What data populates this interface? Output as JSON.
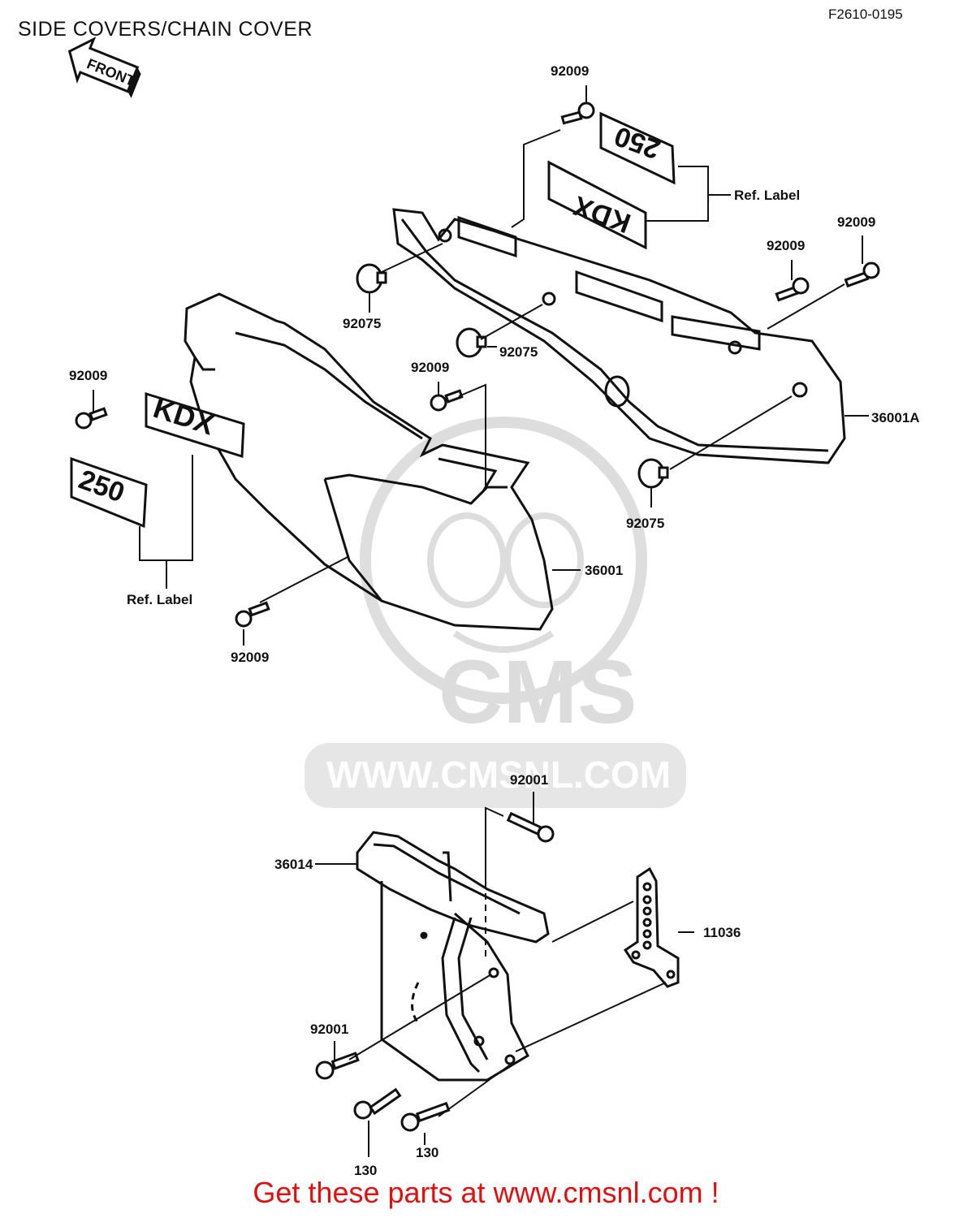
{
  "title": "SIDE COVERS/CHAIN COVER",
  "diagram_code": "F2610-0195",
  "front_arrow_label": "FRONT",
  "watermark": {
    "brand": "CMS",
    "url": "WWW.CMSNL.COM"
  },
  "emblems": {
    "kdx": "KDX",
    "model": "250"
  },
  "part_labels": [
    {
      "id": "p1",
      "text": "92009"
    },
    {
      "id": "p2",
      "text": "Ref. Label"
    },
    {
      "id": "p3",
      "text": "92009"
    },
    {
      "id": "p4",
      "text": "92009"
    },
    {
      "id": "p5",
      "text": "92075"
    },
    {
      "id": "p6",
      "text": "92075"
    },
    {
      "id": "p7",
      "text": "92009"
    },
    {
      "id": "p8",
      "text": "36001A"
    },
    {
      "id": "p9",
      "text": "92009"
    },
    {
      "id": "p10",
      "text": "92075"
    },
    {
      "id": "p11",
      "text": "36001"
    },
    {
      "id": "p12",
      "text": "Ref. Label"
    },
    {
      "id": "p13",
      "text": "92009"
    },
    {
      "id": "p14",
      "text": "92001"
    },
    {
      "id": "p15",
      "text": "36014"
    },
    {
      "id": "p16",
      "text": "11036"
    },
    {
      "id": "p17",
      "text": "92001"
    },
    {
      "id": "p18",
      "text": "130"
    },
    {
      "id": "p19",
      "text": "130"
    }
  ],
  "footer": "Get these parts at www.cmsnl.com !",
  "colors": {
    "line": "#111111",
    "footer_text": "#e01010",
    "watermark": "#d9d9d9"
  }
}
